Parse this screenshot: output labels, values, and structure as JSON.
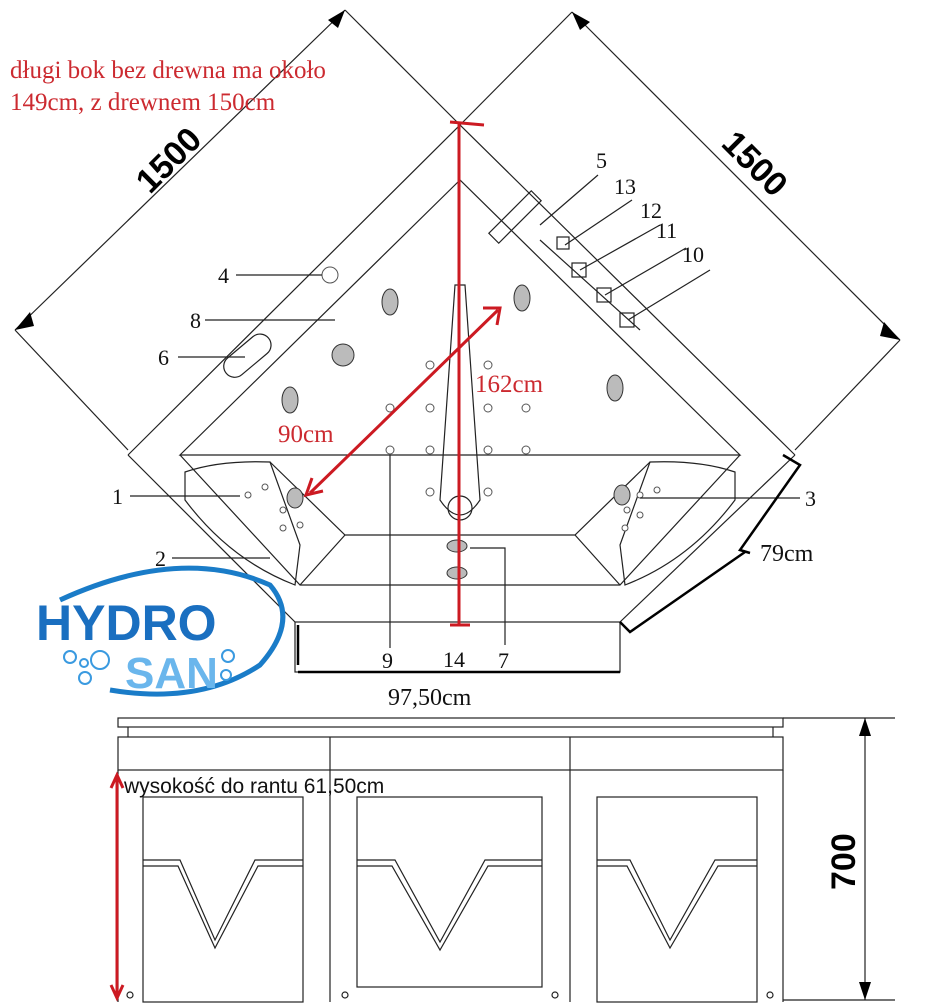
{
  "note": {
    "line1": "długi bok bez drewna ma około",
    "line2": "149cm, z drewnem 150cm"
  },
  "dimensions": {
    "left_side": "1500",
    "right_side": "1500",
    "diagonal": "162cm",
    "inner": "90cm",
    "corner": "79cm",
    "front": "97,50cm",
    "height_total": "700",
    "height_to_rim": "wysokość do rantu 61,50cm"
  },
  "callouts": [
    "1",
    "2",
    "3",
    "4",
    "5",
    "6",
    "7",
    "8",
    "9",
    "10",
    "11",
    "12",
    "13",
    "14"
  ],
  "logo": {
    "top": "HYDRO",
    "bottom": "SAN"
  },
  "colors": {
    "annotation": "#cc1a22",
    "logo": "#1a7cc8"
  }
}
